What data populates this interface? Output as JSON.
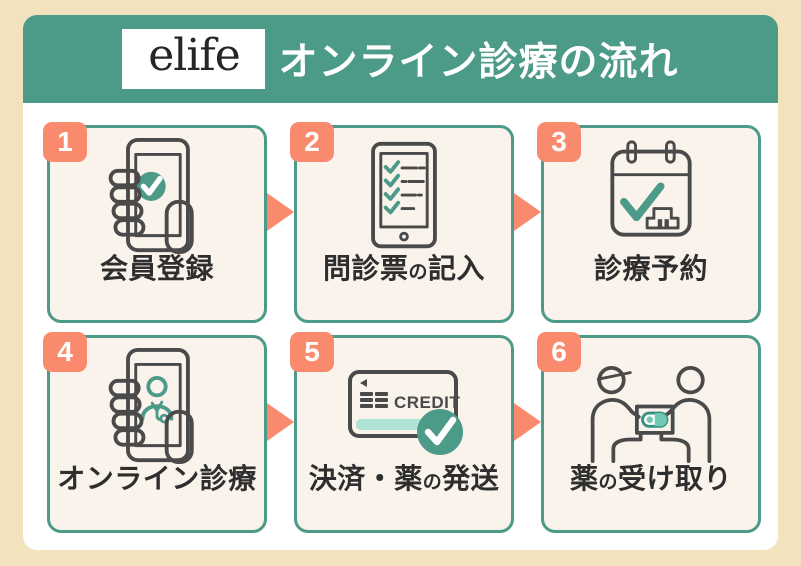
{
  "page": {
    "background": "#F2E2BD"
  },
  "colors": {
    "teal": "#4C9A88",
    "coral": "#F98A6E",
    "card_background": "#FAF3EB",
    "panel_background": "#FFFFFF",
    "light_teal": "#AEE3D5",
    "icon_stroke": "#4A4A4A",
    "label_text": "#2E2E2E"
  },
  "header": {
    "logo": "elife",
    "title": "オンライン診療の流れ"
  },
  "steps": [
    {
      "number": "1",
      "label": "会員登録",
      "label_pre": "会員登録",
      "label_small": "",
      "label_post": "",
      "icon": "phone-check-icon"
    },
    {
      "number": "2",
      "label": "問診票の記入",
      "label_pre": "問診票",
      "label_small": "の",
      "label_post": "記入",
      "icon": "tablet-checklist-icon"
    },
    {
      "number": "3",
      "label": "診療予約",
      "label_pre": "診療予約",
      "label_small": "",
      "label_post": "",
      "icon": "calendar-check-icon"
    },
    {
      "number": "4",
      "label": "オンライン診療",
      "label_pre": "オンライン診療",
      "label_small": "",
      "label_post": "",
      "icon": "phone-doctor-icon"
    },
    {
      "number": "5",
      "label": "決済・薬の発送",
      "label_pre": "決済・薬",
      "label_small": "の",
      "label_post": "発送",
      "icon": "credit-card-check-icon",
      "card_text": "CREDIT"
    },
    {
      "number": "6",
      "label": "薬の受け取り",
      "label_pre": "薬",
      "label_small": "の",
      "label_post": "受け取り",
      "icon": "medicine-handoff-icon"
    }
  ]
}
